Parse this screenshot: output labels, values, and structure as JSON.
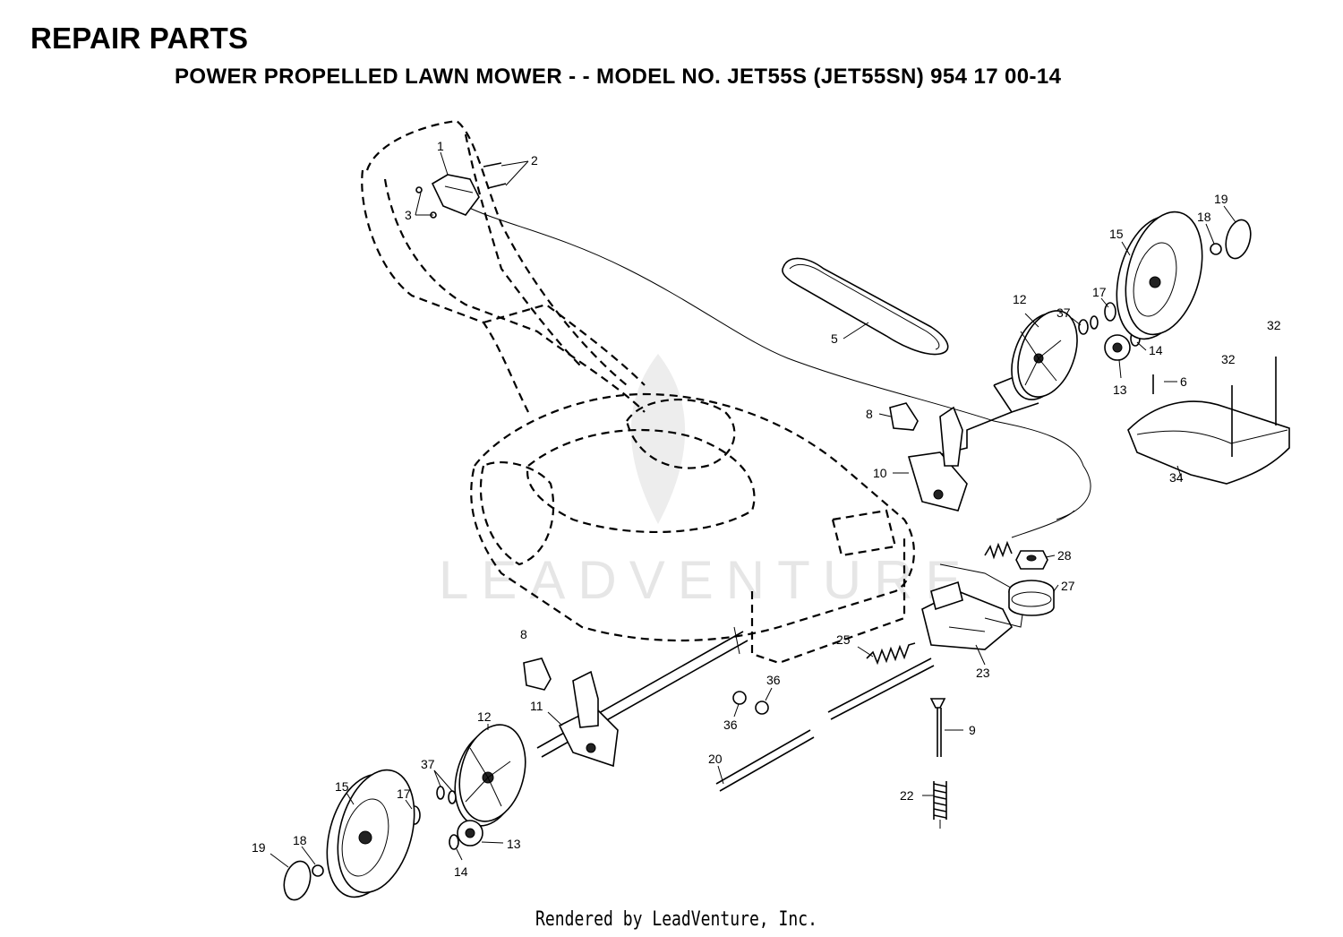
{
  "title": "REPAIR PARTS",
  "subtitle": "POWER PROPELLED LAWN MOWER - - MODEL NO. JET55S (JET55SN) 954 17 00-14",
  "footer": "Rendered by LeadVenture, Inc.",
  "watermark": "LEADVENTURE",
  "callouts": {
    "c1": "1",
    "c2": "2",
    "c3": "3",
    "c5": "5",
    "c6": "6",
    "c8a": "8",
    "c8b": "8",
    "c9": "9",
    "c10": "10",
    "c11": "11",
    "c12a": "12",
    "c12b": "12",
    "c13a": "13",
    "c13b": "13",
    "c14a": "14",
    "c14b": "14",
    "c15a": "15",
    "c15b": "15",
    "c17a": "17",
    "c17b": "17",
    "c18a": "18",
    "c18b": "18",
    "c19a": "19",
    "c19b": "19",
    "c20": "20",
    "c22": "22",
    "c23": "23",
    "c25": "25",
    "c27": "27",
    "c28": "28",
    "c32a": "32",
    "c32b": "32",
    "c34": "34",
    "c36a": "36",
    "c36b": "36",
    "c37a": "37",
    "c37b": "37"
  }
}
